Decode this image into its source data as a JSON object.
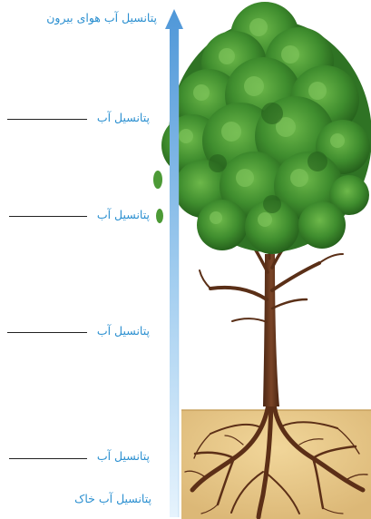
{
  "labels": {
    "top": "پتانسیل آب هوای بیرون",
    "level1": "پتانسیل آب",
    "level2": "پتانسیل آب",
    "level3": "پتانسیل آب",
    "level4": "پتانسیل آب",
    "bottom": "پتانسیل آب خاک"
  },
  "colors": {
    "label_text": "#2a8fd0",
    "arrow_top": "#4f97d8",
    "arrow_bottom": "#dff0fc",
    "soil": "#e9c989",
    "roots": "#5c2f17",
    "trunk": "#6b3a1f",
    "foliage": "#3d8a2c"
  }
}
